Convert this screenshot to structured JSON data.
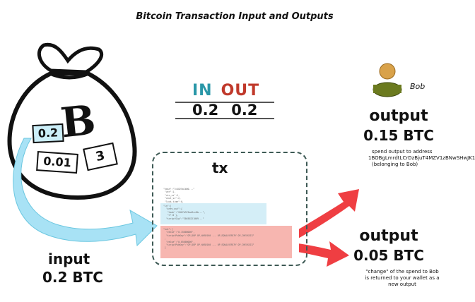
{
  "title": "Bitcoin Transaction Input and Outputs",
  "table": {
    "in_label": "IN",
    "out_label": "OUT",
    "in_value": "0.2",
    "out_value": "0.2"
  },
  "bag": {
    "coins": [
      "0.2",
      "0.01",
      "3"
    ],
    "symbol": "B"
  },
  "input": {
    "heading": "input",
    "amount": "0.2 BTC"
  },
  "tx": {
    "label": "tx"
  },
  "bob": {
    "name": "Bob"
  },
  "output1": {
    "heading": "output",
    "amount": "0.15 BTC",
    "note_line1": "spend output to address",
    "note_line2": "1BOBgLmrdtLCrDzBjuT4MZV1zBNwSHwJK1",
    "note_line3": "(belonging to Bob)"
  },
  "output2": {
    "heading": "output",
    "amount": "0.05 BTC",
    "note_line1": "\"change\" of the spend to Bob",
    "note_line2": "is returned to your wallet as a",
    "note_line3": "new output"
  },
  "colors": {
    "in": "#2a97a8",
    "out": "#c0392b",
    "input_arrow": "#a8e2f5",
    "output_arrow": "#ef3e42"
  }
}
